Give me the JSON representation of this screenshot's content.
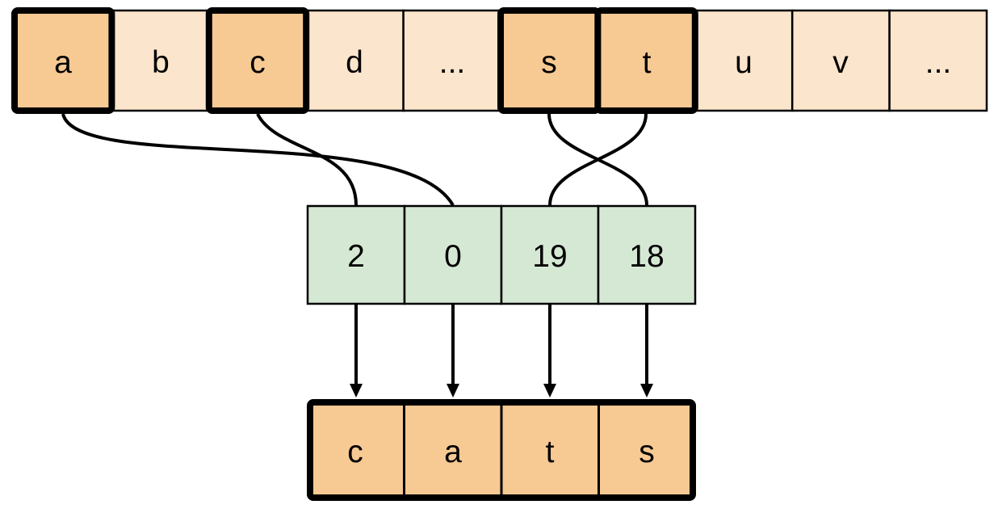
{
  "diagram": {
    "description": "Mapping of alphabet letters to zero-based indices spelling the word cats",
    "colors": {
      "highlight_fill": "#F7C993",
      "cell_fill": "#FBE5CC",
      "index_fill": "#D5E8D4",
      "line": "#000000"
    },
    "alphabet_row": {
      "cells": [
        {
          "label": "a",
          "highlighted": true
        },
        {
          "label": "b",
          "highlighted": false
        },
        {
          "label": "c",
          "highlighted": true
        },
        {
          "label": "d",
          "highlighted": false
        },
        {
          "label": "...",
          "highlighted": false
        },
        {
          "label": "s",
          "highlighted": true
        },
        {
          "label": "t",
          "highlighted": true
        },
        {
          "label": "u",
          "highlighted": false
        },
        {
          "label": "v",
          "highlighted": false
        },
        {
          "label": "...",
          "highlighted": false
        }
      ]
    },
    "index_row": {
      "cells": [
        {
          "value": "2"
        },
        {
          "value": "0"
        },
        {
          "value": "19"
        },
        {
          "value": "18"
        }
      ]
    },
    "output_row": {
      "cells": [
        {
          "label": "c"
        },
        {
          "label": "a"
        },
        {
          "label": "t"
        },
        {
          "label": "s"
        }
      ]
    },
    "connections": [
      {
        "from": "a",
        "to": "0"
      },
      {
        "from": "c",
        "to": "2"
      },
      {
        "from": "s",
        "to": "18"
      },
      {
        "from": "t",
        "to": "19"
      }
    ]
  }
}
